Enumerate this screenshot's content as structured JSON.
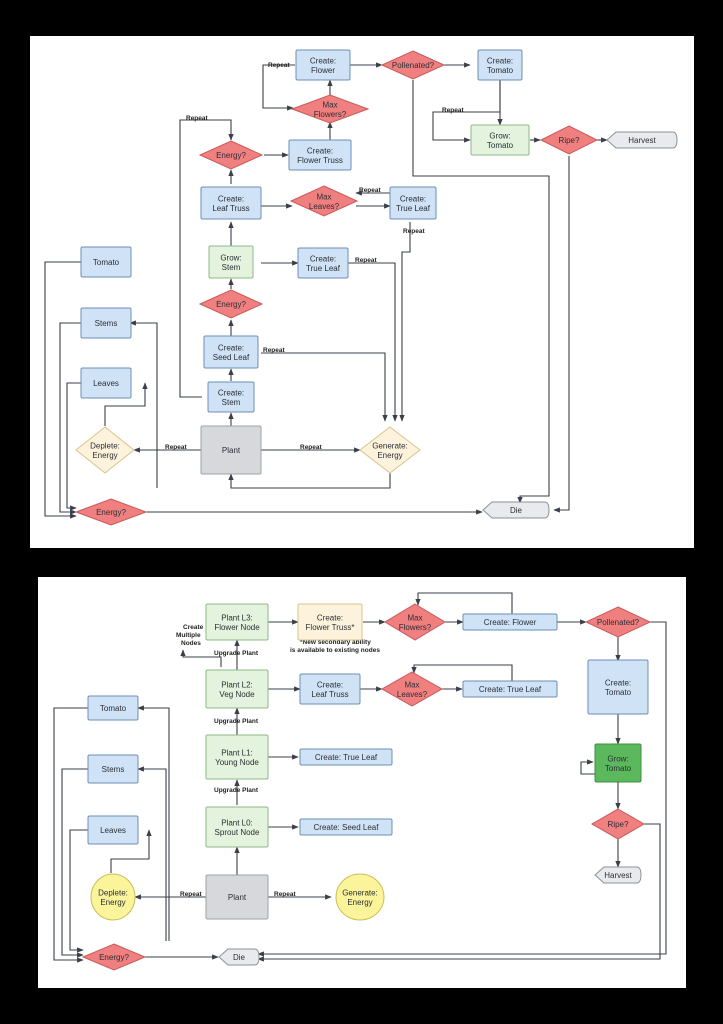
{
  "diagram1": {
    "nodes": {
      "create_flower": "Create:\nFlower",
      "pollenated": "Pollenated?",
      "create_tomato": "Create:\nTomato",
      "max_flowers": "Max\nFlowers?",
      "grow_tomato": "Grow:\nTomato",
      "ripe": "Ripe?",
      "harvest": "Harvest",
      "energy_top": "Energy?",
      "create_flower_truss": "Create:\nFlower Truss",
      "create_leaf_truss": "Create:\nLeaf Truss",
      "max_leaves": "Max\nLeaves?",
      "create_true_leaf_r": "Create:\nTrue Leaf",
      "tomato": "Tomato",
      "grow_stem": "Grow:\nStem",
      "create_true_leaf": "Create:\nTrue Leaf",
      "energy_mid": "Energy?",
      "stems": "Stems",
      "create_seed_leaf": "Create:\nSeed Leaf",
      "leaves": "Leaves",
      "create_stem": "Create:\nStem",
      "deplete_energy": "Deplete:\nEnergy",
      "plant": "Plant",
      "generate_energy": "Generate:\nEnergy",
      "energy_bottom": "Energy?",
      "die": "Die"
    },
    "labels": {
      "repeat_flower": "Repeat",
      "repeat_grow_tomato": "Repeat",
      "repeat_stem_loop": "Repeat",
      "repeat_leaves": "Repeat",
      "repeat_true_leaf_down": "Repeat",
      "repeat_true_leaf": "Repeat",
      "repeat_seed_leaf": "Repeat",
      "repeat_deplete": "Repeat",
      "repeat_generate": "Repeat"
    }
  },
  "diagram2": {
    "nodes": {
      "plant_l3": "Plant L3:\nFlower Node",
      "create_flower_truss": "Create:\nFlower Truss*",
      "max_flowers": "Max\nFlowers?",
      "create_flower": "Create: Flower",
      "pollenated": "Pollenated?",
      "plant_l2": "Plant L2:\nVeg Node",
      "create_leaf_truss": "Create:\nLeaf Truss",
      "max_leaves": "Max\nLeaves?",
      "create_true_leaf_top": "Create: True Leaf",
      "create_tomato": "Create:\nTomato",
      "tomato": "Tomato",
      "plant_l1": "Plant L1:\nYoung Node",
      "create_true_leaf": "Create: True Leaf",
      "grow_tomato": "Grow:\nTomato",
      "stems": "Stems",
      "plant_l0": "Plant L0:\nSprout Node",
      "create_seed_leaf": "Create: Seed Leaf",
      "ripe": "Ripe?",
      "leaves": "Leaves",
      "deplete_energy": "Deplete:\nEnergy",
      "plant": "Plant",
      "generate_energy": "Generate:\nEnergy",
      "harvest": "Harvest",
      "energy": "Energy?",
      "die": "Die"
    },
    "labels": {
      "note": "*New secondary ability\nis available to existing nodes",
      "create_multiple_nodes": "Create\nMultiple\nNodes",
      "upgrade_l3": "Upgrade Plant",
      "upgrade_l2": "Upgrade Plant",
      "upgrade_l1": "Upgrade Plant",
      "repeat_deplete": "Repeat",
      "repeat_generate": "Repeat"
    }
  },
  "colors": {
    "blue_fill": "#cfe2f6",
    "blue_stroke": "#6f8fb5",
    "red_fill": "#f07f7f",
    "red_stroke": "#c85b5b",
    "green_fill": "#e3f3dd",
    "green_stroke": "#8db887",
    "green_dark": "#5cb85c",
    "cream_fill": "#fdf3dc",
    "yellow_fill": "#fbf49a",
    "gray_fill": "#d6d8db",
    "terminal_fill": "#e8eaed"
  }
}
